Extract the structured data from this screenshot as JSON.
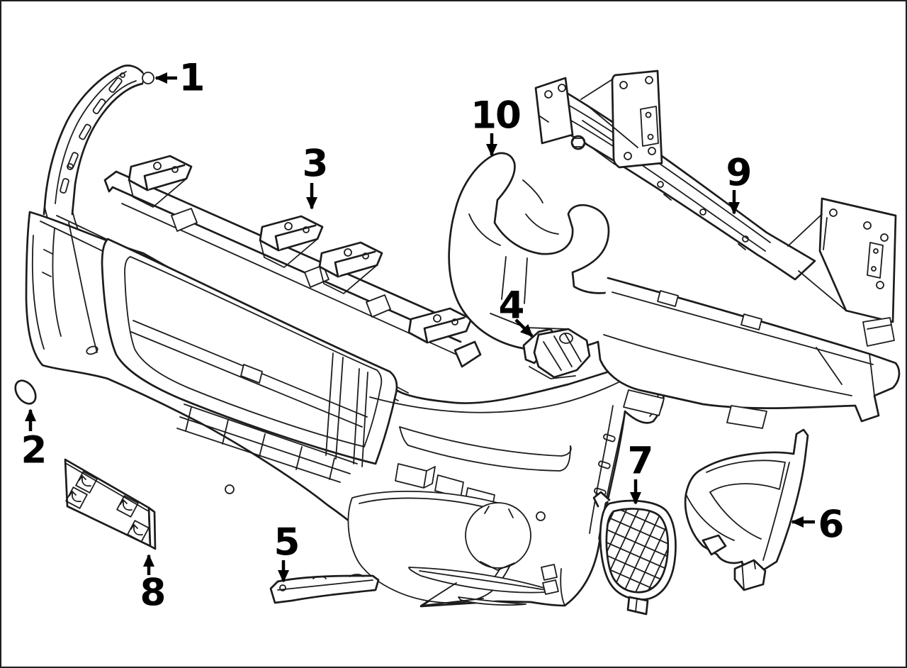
{
  "diagram": {
    "description": "Exploded line-art parts diagram of a front bumper assembly with ten numbered callouts",
    "background_color": "#ffffff",
    "line_color": "#1c1c1c",
    "label_color": "#000000",
    "callouts": [
      {
        "number": "1"
      },
      {
        "number": "2"
      },
      {
        "number": "3"
      },
      {
        "number": "4"
      },
      {
        "number": "5"
      },
      {
        "number": "6"
      },
      {
        "number": "7"
      },
      {
        "number": "8"
      },
      {
        "number": "9"
      },
      {
        "number": "10"
      }
    ]
  }
}
